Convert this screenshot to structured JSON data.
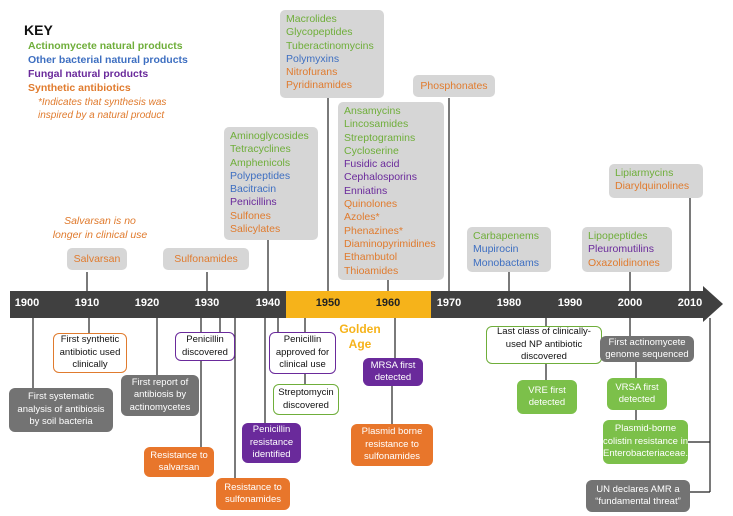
{
  "key": {
    "title": "KEY",
    "actinomycete": "Actinomycete natural products",
    "bacterial": "Other bacterial natural products",
    "fungal": "Fungal natural products",
    "synthetic": "Synthetic antibiotics",
    "note_line1": "*Indicates that synthesis was",
    "note_line2": "inspired by a natural product"
  },
  "colors": {
    "actinomycete": "#6fae3a",
    "bacterial": "#3e6fc1",
    "fungal": "#6a2a9b",
    "synthetic": "#e07b2e",
    "timeline": "#404040",
    "golden_age": "#f6b31a"
  },
  "salvarsan_note_line1": "Salvarsan is no",
  "salvarsan_note_line2": "longer in clinical use",
  "golden_age_line1": "Golden",
  "golden_age_line2": "Age",
  "years": [
    "1900",
    "1910",
    "1920",
    "1930",
    "1940",
    "1950",
    "1960",
    "1970",
    "1980",
    "1990",
    "2000",
    "2010"
  ],
  "class_labels": {
    "salvarsan": "Salvarsan",
    "sulfonamides": "Sulfonamides",
    "phosphonates": "Phosphonates"
  },
  "class_boxes": {
    "b1940s": [
      {
        "name": "Aminoglycosides",
        "type": "actinomycete"
      },
      {
        "name": "Tetracyclines",
        "type": "actinomycete"
      },
      {
        "name": "Amphenicols",
        "type": "actinomycete"
      },
      {
        "name": "Polypeptides",
        "type": "bacterial"
      },
      {
        "name": "Bacitracin",
        "type": "bacterial"
      },
      {
        "name": "Penicillins",
        "type": "fungal"
      },
      {
        "name": "Sulfones",
        "type": "synthetic"
      },
      {
        "name": "Salicylates",
        "type": "synthetic"
      }
    ],
    "b1950": [
      {
        "name": "Macrolides",
        "type": "actinomycete"
      },
      {
        "name": "Glycopeptides",
        "type": "actinomycete"
      },
      {
        "name": "Tuberactinomycins",
        "type": "actinomycete"
      },
      {
        "name": "Polymyxins",
        "type": "bacterial"
      },
      {
        "name": "Nitrofurans",
        "type": "synthetic"
      },
      {
        "name": "Pyridinamides",
        "type": "synthetic"
      }
    ],
    "b1960": [
      {
        "name": "Ansamycins",
        "type": "actinomycete"
      },
      {
        "name": "Lincosamides",
        "type": "actinomycete"
      },
      {
        "name": "Streptogramins",
        "type": "actinomycete"
      },
      {
        "name": "Cycloserine",
        "type": "actinomycete"
      },
      {
        "name": "Fusidic acid",
        "type": "fungal"
      },
      {
        "name": "Cephalosporins",
        "type": "fungal"
      },
      {
        "name": "Enniatins",
        "type": "fungal"
      },
      {
        "name": "Quinolones",
        "type": "synthetic"
      },
      {
        "name": "Azoles*",
        "type": "synthetic"
      },
      {
        "name": "Phenazines*",
        "type": "synthetic"
      },
      {
        "name": "Diaminopyrimidines",
        "type": "synthetic"
      },
      {
        "name": "Ethambutol",
        "type": "synthetic"
      },
      {
        "name": "Thioamides",
        "type": "synthetic"
      }
    ],
    "b1980": [
      {
        "name": "Carbapenems",
        "type": "actinomycete"
      },
      {
        "name": "Mupirocin",
        "type": "bacterial"
      },
      {
        "name": "Monobactams",
        "type": "bacterial"
      }
    ],
    "b2000": [
      {
        "name": "Lipopeptides",
        "type": "actinomycete"
      },
      {
        "name": "Pleuromutilins",
        "type": "fungal"
      },
      {
        "name": "Oxazolidinones",
        "type": "synthetic"
      }
    ],
    "b2010": [
      {
        "name": "Lipiarmycins",
        "type": "actinomycete"
      },
      {
        "name": "Diarylquinolines",
        "type": "synthetic"
      }
    ]
  },
  "events": {
    "first_systematic": "First systematic analysis of antibiosis by soil bacteria",
    "first_synthetic": "First synthetic antibiotic used clinically",
    "first_report": "First report of antibiosis by actinomycetes",
    "penicillin_discovered": "Penicillin discovered",
    "resistance_salvarsan": "Resistance to salvarsan",
    "resistance_sulfonamides": "Resistance to sulfonamides",
    "penicillin_resistance": "Penicillin resistance identified",
    "penicillin_approved": "Penicillin approved for clinical use",
    "streptomycin_discovered": "Streptomycin discovered",
    "mrsa": "MRSA first detected",
    "plasmid_sulfonamides": "Plasmid borne resistance to sulfonamides",
    "last_class": "Last class of clinically-used NP antibiotic discovered",
    "vre": "VRE first detected",
    "actinomycete_genome": "First actinomycete genome sequenced",
    "vrsa": "VRSA first detected",
    "plasmid_colistin": "Plasmid-borne colistin resistance in Enterobacteriaceae.",
    "un_amr": "UN declares AMR a “fundamental threat”"
  }
}
